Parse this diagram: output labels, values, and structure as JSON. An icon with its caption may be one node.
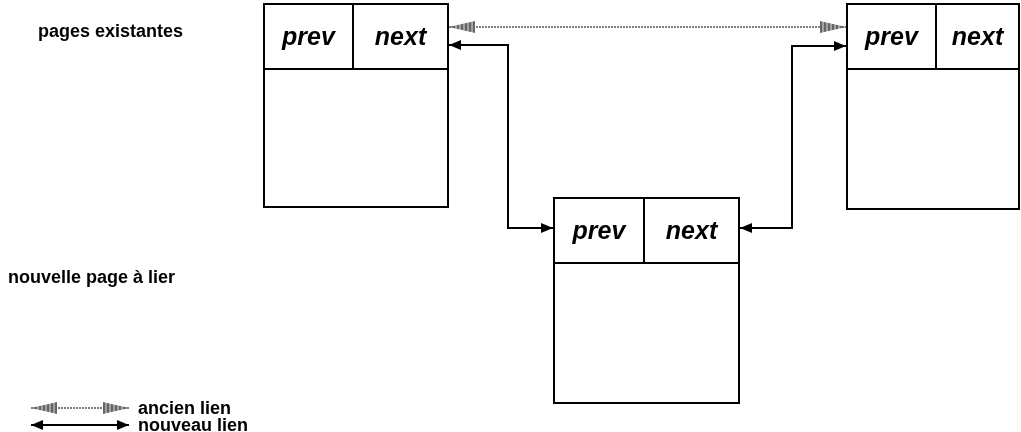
{
  "diagram": {
    "nodes": [
      {
        "text": [],
        "shape": "box"
      },
      {
        "text": [
          "prev"
        ],
        "in": 0
      },
      {
        "text": [
          "next"
        ],
        "in": 0
      },
      {
        "text": [],
        "shape": "box"
      },
      {
        "text": [
          "prev"
        ],
        "in": 3
      },
      {
        "text": [
          "next"
        ],
        "in": 3
      },
      {
        "text": [],
        "shape": "box"
      },
      {
        "text": [
          "prev"
        ],
        "in": 6
      },
      {
        "text": [
          "next"
        ],
        "in": 6
      }
    ],
    "edges": [
      {
        "from": 2,
        "to": 4,
        "arrow": "both",
        "style": "dashed",
        "color": "#555555"
      },
      {
        "from": 2,
        "to": 7,
        "arrow": "both"
      },
      {
        "from": 8,
        "to": 4,
        "arrow": "both"
      }
    ],
    "labels": [
      "pages existantes",
      "nouvelle page à lier"
    ],
    "legend": [
      {
        "text": "ancien lien"
      },
      {
        "text": "nouveau lien"
      }
    ]
  }
}
